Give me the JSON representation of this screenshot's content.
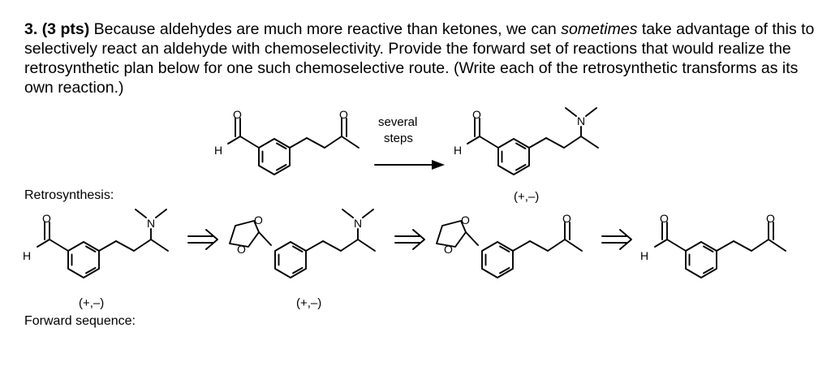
{
  "question": {
    "number": "3.",
    "points": "(3 pts)",
    "text_a": " Because aldehydes are much more reactive than ketones, we can ",
    "emphasis": "sometimes",
    "text_b": " take advantage of this to selectively react an aldehyde with chemoselectivity. Provide the forward set of reactions that would realize the retrosynthetic plan below for one such chemoselective route. (Write each of the retrosynthetic transforms as its own reaction.)"
  },
  "top_scheme": {
    "arrow_label_line1": "several",
    "arrow_label_line2": "steps",
    "product_stereo": "(+,–)"
  },
  "retrosynthesis": {
    "label": "Retrosynthesis:",
    "stereo_1": "(+,–)",
    "stereo_2": "(+,–)"
  },
  "forward": {
    "label": "Forward sequence:"
  },
  "atoms": {
    "oxygen": "O",
    "hydrogen": "H",
    "nitrogen": "N"
  }
}
